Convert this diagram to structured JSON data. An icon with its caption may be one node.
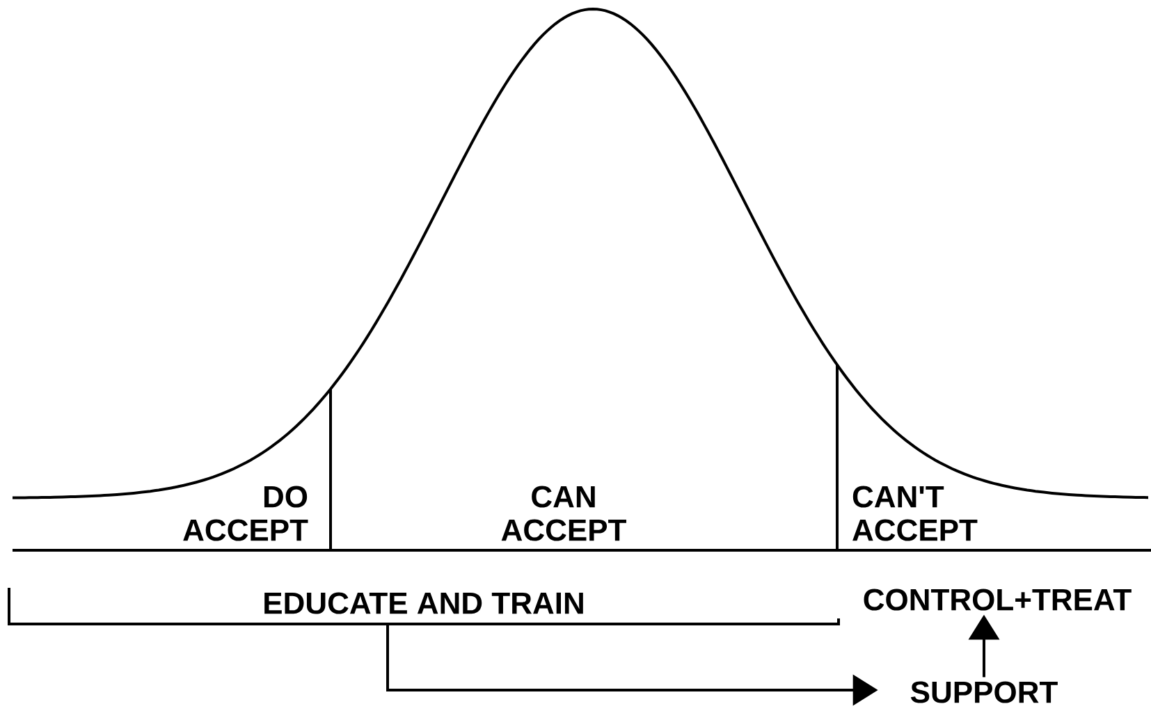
{
  "diagram": {
    "nodes": [
      {
        "text": [
          "EDUCATE AND TRAIN"
        ]
      },
      {
        "text": [
          "CONTROL+TREAT"
        ]
      },
      {
        "text": [
          "SUPPORT"
        ]
      }
    ],
    "edges": [
      {
        "from": 0,
        "to": 2,
        "arrow": "to"
      },
      {
        "from": 2,
        "to": 1,
        "arrow": "to"
      }
    ],
    "labels": [
      "DO ACCEPT",
      "CAN ACCEPT",
      "CAN'T ACCEPT"
    ]
  }
}
